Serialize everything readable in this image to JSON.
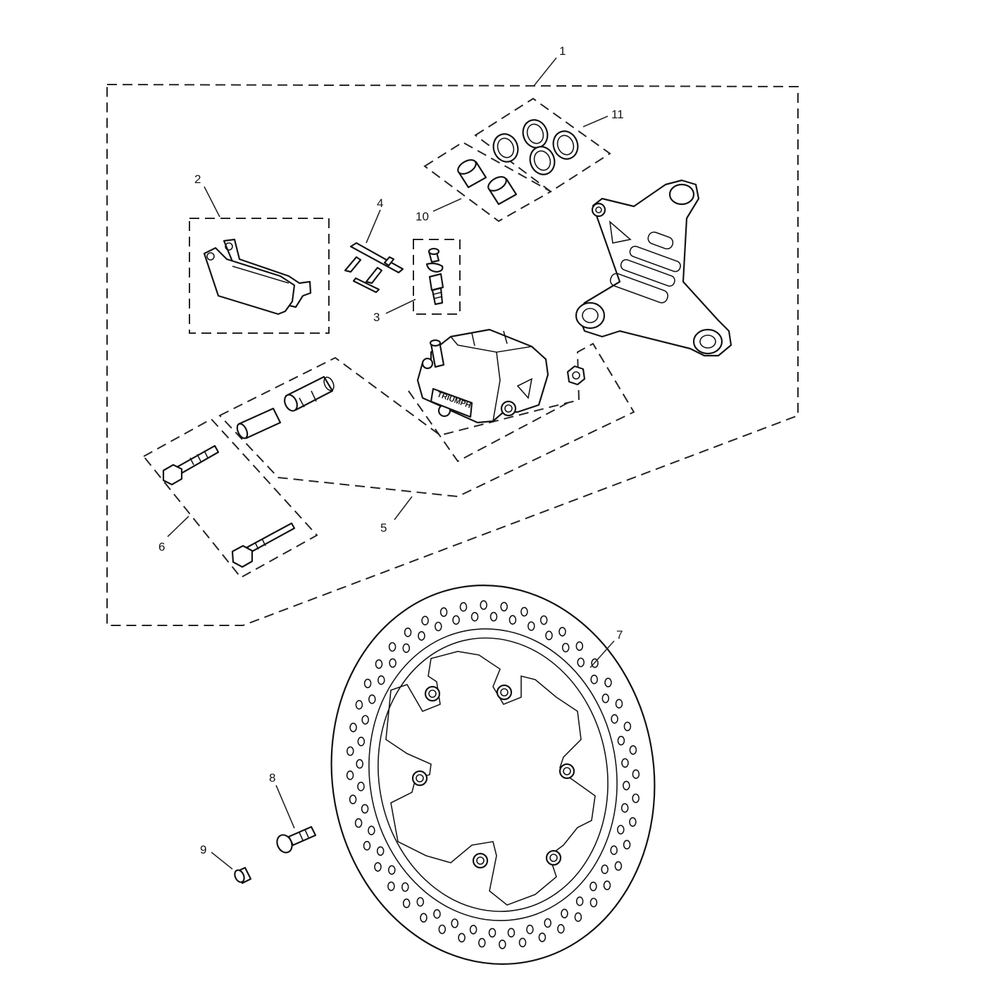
{
  "callouts": [
    {
      "id": "1",
      "label": "1"
    },
    {
      "id": "2",
      "label": "2"
    },
    {
      "id": "3",
      "label": "3"
    },
    {
      "id": "4",
      "label": "4"
    },
    {
      "id": "5",
      "label": "5"
    },
    {
      "id": "6",
      "label": "6"
    },
    {
      "id": "7",
      "label": "7"
    },
    {
      "id": "8",
      "label": "8"
    },
    {
      "id": "9",
      "label": "9"
    },
    {
      "id": "10",
      "label": "10"
    },
    {
      "id": "11",
      "label": "11"
    }
  ],
  "caliper_brand": "TRIUMPH",
  "colors": {
    "line": "#111111",
    "background": "#ffffff"
  }
}
